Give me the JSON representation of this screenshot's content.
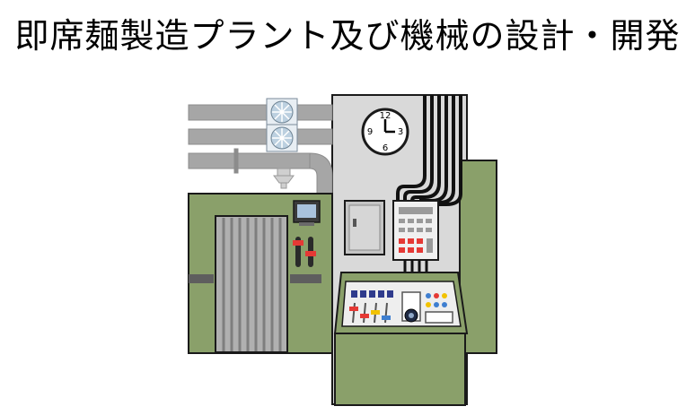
{
  "page": {
    "title": "即席麺製造プラント及び機械の設計・開発"
  },
  "illustration": {
    "clock": {
      "numerals": [
        "12",
        "3",
        "6",
        "9"
      ]
    },
    "colors": {
      "machine_green": "#8aa06a",
      "wall_grey": "#d9d9d9",
      "pipe_grey": "#a6a6a6",
      "outline": "#1a1a1a",
      "panel_navy": "#2f3b8c",
      "led_red": "#e53935",
      "knob_yellow": "#f2c200",
      "button_blue": "#3f7fd0"
    }
  }
}
